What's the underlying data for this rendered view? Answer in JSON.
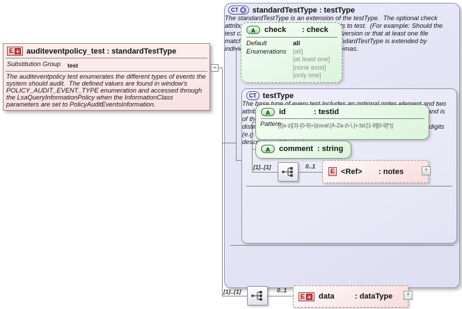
{
  "icons": {
    "element_letter": "E",
    "attribute_letter": "A",
    "complex_type_letters": "CT",
    "expand_glyph": "+",
    "collapse_glyph": "−"
  },
  "colors": {
    "element_fill": "#f8e2e2",
    "element_accent": "#9c4a4a",
    "attribute_fill": "#dcf4dc",
    "type_fill": "#e6e6f6",
    "connector": "#8a8a8a"
  },
  "left_element": {
    "title": "auditeventpolicy_test : standardTestType",
    "substitution_group_label": "Substitution Group",
    "substitution_group_value": "test",
    "annotation": "The auditeventpolicy test enumerates the different types of events the system should audit.  The defined values are found in window's POLICY_AUDIT_EVENT_TYPE enumeration and accessed through the LsaQueryInformationPolicy when the InformationClass parameters are set to PolicyAuditEventsInformation."
  },
  "standard_test_type": {
    "title": "standardTestType : testType",
    "check_attribute": {
      "name": "check",
      "type": ": check",
      "default_label": "Default",
      "default_value": "all",
      "enumerations_label": "Enumerations",
      "enumerations": [
        "[all]",
        "[at least one]",
        "[none exist]",
        "[only one]"
      ]
    },
    "test_type": {
      "title": "testType",
      "id_attribute": {
        "name": "id",
        "type": ": testid",
        "pattern_label": "Pattern",
        "pattern_value": "[([a-z]{3}-[0-9]+)|(oval:[A-Za-z\\-\\.]+:tst:[1-9][0-9]*)]"
      },
      "comment_attribute": {
        "name": "comment",
        "type": ": string"
      },
      "sequence": {
        "cardinality": "[1]..[1]",
        "child_cardinality": "0..1"
      },
      "ref_element": {
        "name": "<Ref>",
        "type": ": notes"
      },
      "annotation": "The base type of every test includes an optional notes element and two attributes.  The required id attribute uniquely identifies each test, and is of the form 'xxx-#'.  There is a three letter character code to help distinguish the type of test, followed by an unspecified number of digits (e.g. 'wrt-123').  The required comment attribute provides a short description of the test."
    },
    "annotation": "The standardTestType is an extension of the testType.  The optional check attribute determines what group of objects to test.  (For example: Should the test check that all files match a specified version or that at least one file matches the specified version?)  The standardTestType is extended by individual tests in the different family schemas."
  },
  "bottom_sequence": {
    "cardinality": "[1]..[1]",
    "child_cardinality": "0..1"
  },
  "data_element": {
    "name": "data",
    "type": ": dataType"
  }
}
